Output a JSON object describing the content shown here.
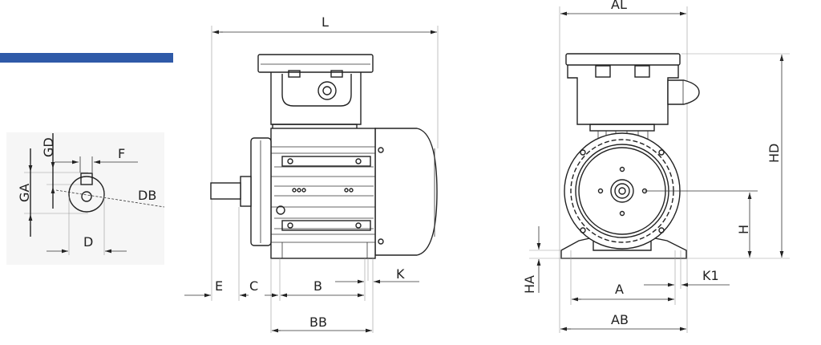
{
  "accent_color": "#2f5aa8",
  "shaft_detail": {
    "labels": {
      "gd": "GD",
      "f": "F",
      "ga": "GA",
      "db": "DB",
      "d": "D"
    }
  },
  "side_view": {
    "labels": {
      "l": "L",
      "e": "E",
      "c": "C",
      "b": "B",
      "k": "K",
      "bb": "BB"
    }
  },
  "front_view": {
    "labels": {
      "al": "AL",
      "hd": "HD",
      "h": "H",
      "ha": "HA",
      "a": "A",
      "k1": "K1",
      "ab": "AB"
    }
  }
}
